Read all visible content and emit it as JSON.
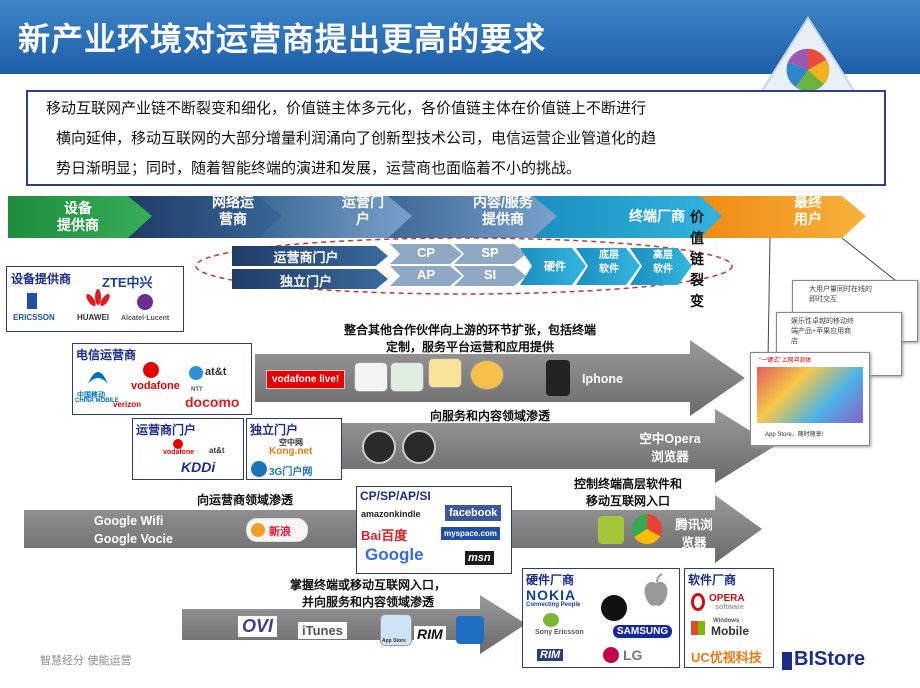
{
  "title": "新产业环境对运营商提出更高的要求",
  "intro": {
    "line1": "移动互联网产业链不断裂变和细化，价值链主体多元化，各价值链主体在价值链上不断进行",
    "line2": "横向延伸，移动互联网的大部分增量利润涌向了创新型技术公司，电信运营企业管道化的趋",
    "line3": "势日渐明显；同时，随着智能终端的演进和发展，运营商也面临着不小的挑战。"
  },
  "chain": {
    "s1": "设备\n提供商",
    "s2": "网络运\n营商",
    "s3": "运营门\n户",
    "s4": "内容/服务\n提供商",
    "s5": "终端厂商",
    "s6": "最终\n用户"
  },
  "sub": {
    "portal1": "运营商门户",
    "portal2": "独立门户",
    "cp": "CP",
    "ap": "AP",
    "sp": "SP",
    "si": "SI",
    "hw": "硬件",
    "low": "底层\n软件",
    "high": "高层\n软件"
  },
  "split_label": "价值链裂变",
  "boxes": {
    "equip": "设备提供商",
    "telecom": "电信运营商",
    "op_portal": "运营商门户",
    "indep_portal": "独立门户",
    "cpsp": "CP/SP/AP/SI",
    "hw_vendor": "硬件厂商",
    "sw_vendor": "软件厂商"
  },
  "logos": {
    "zte": "ZTE中兴",
    "ericsson": "ERICSSON",
    "huawei": "HUAWEI",
    "alcatel": "Alcatel·Lucent",
    "china_mobile": "中国移动",
    "china_mobile_en": "CHINA MOBILE",
    "vodafone": "vodafone",
    "att": "at&t",
    "ntt": "NTT",
    "docomo": "docomo",
    "verizon": "verizon",
    "kddi": "KDDi",
    "kongzhong": "空中网",
    "kongzhong_url": "Kong.net",
    "threeg": "3G门户网",
    "vodafone_live": "vodafone live!",
    "amazon": "amazonkindle",
    "facebook": "facebook",
    "baidu": "Bai百度",
    "myspace": "myspace.com",
    "google": "Google",
    "msn": "msn",
    "nokia": "NOKIA",
    "nokia_sub": "Connecting People",
    "sony": "Sony Ericsson",
    "samsung": "SAMSUNG",
    "rim": "RIM",
    "lg": "LG",
    "opera": "OPERA",
    "opera_sub": "software",
    "winmobile": "Mobile",
    "windows": "Windows",
    "ucweb": "UC优视科技",
    "ovi": "OVI",
    "itunes": "iTunes",
    "appstore": "App Store",
    "sina": "新浪"
  },
  "rows": {
    "r1_caption": "整合其他合作伙伴向上游的环节扩张，包括终端\n定制，服务平台运营和应用提供",
    "r1_end": "Iphone",
    "r2_caption": "向服务和内容领域渗透",
    "r2_end": "空中Opera\n浏览器",
    "r3_caption": "向运营商领域渗透",
    "r3_left": "Google Wifi\nGoogle Vocie",
    "r3_right_caption": "控制终端高层软件和\n移动互联网入口",
    "r3_end": "腾讯浏\n览器",
    "r4_caption": "掌握终端或移动互联网入口，\n并向服务和内容领域渗透"
  },
  "screens": {
    "s1": "大用户量同时在线的\n即时交互",
    "s2": "娱乐性卓越的移动终\n端产品+苹果应用商\n店",
    "s3": "\"一键式\"上网冲浪体",
    "s4": "App Store，随时随享!"
  },
  "footer_left": "智慧经分 使能运营",
  "footer_brand": "BIStore",
  "colors": {
    "title_bg": "#2a6fb8",
    "chain_green": "#2f9e4a",
    "chain_navy": "#2a4d7a",
    "chain_teal": "#1d9fc4",
    "chain_orange": "#f39a1c",
    "gray_arrow": "#777777",
    "box_border": "#2a3a8a"
  }
}
